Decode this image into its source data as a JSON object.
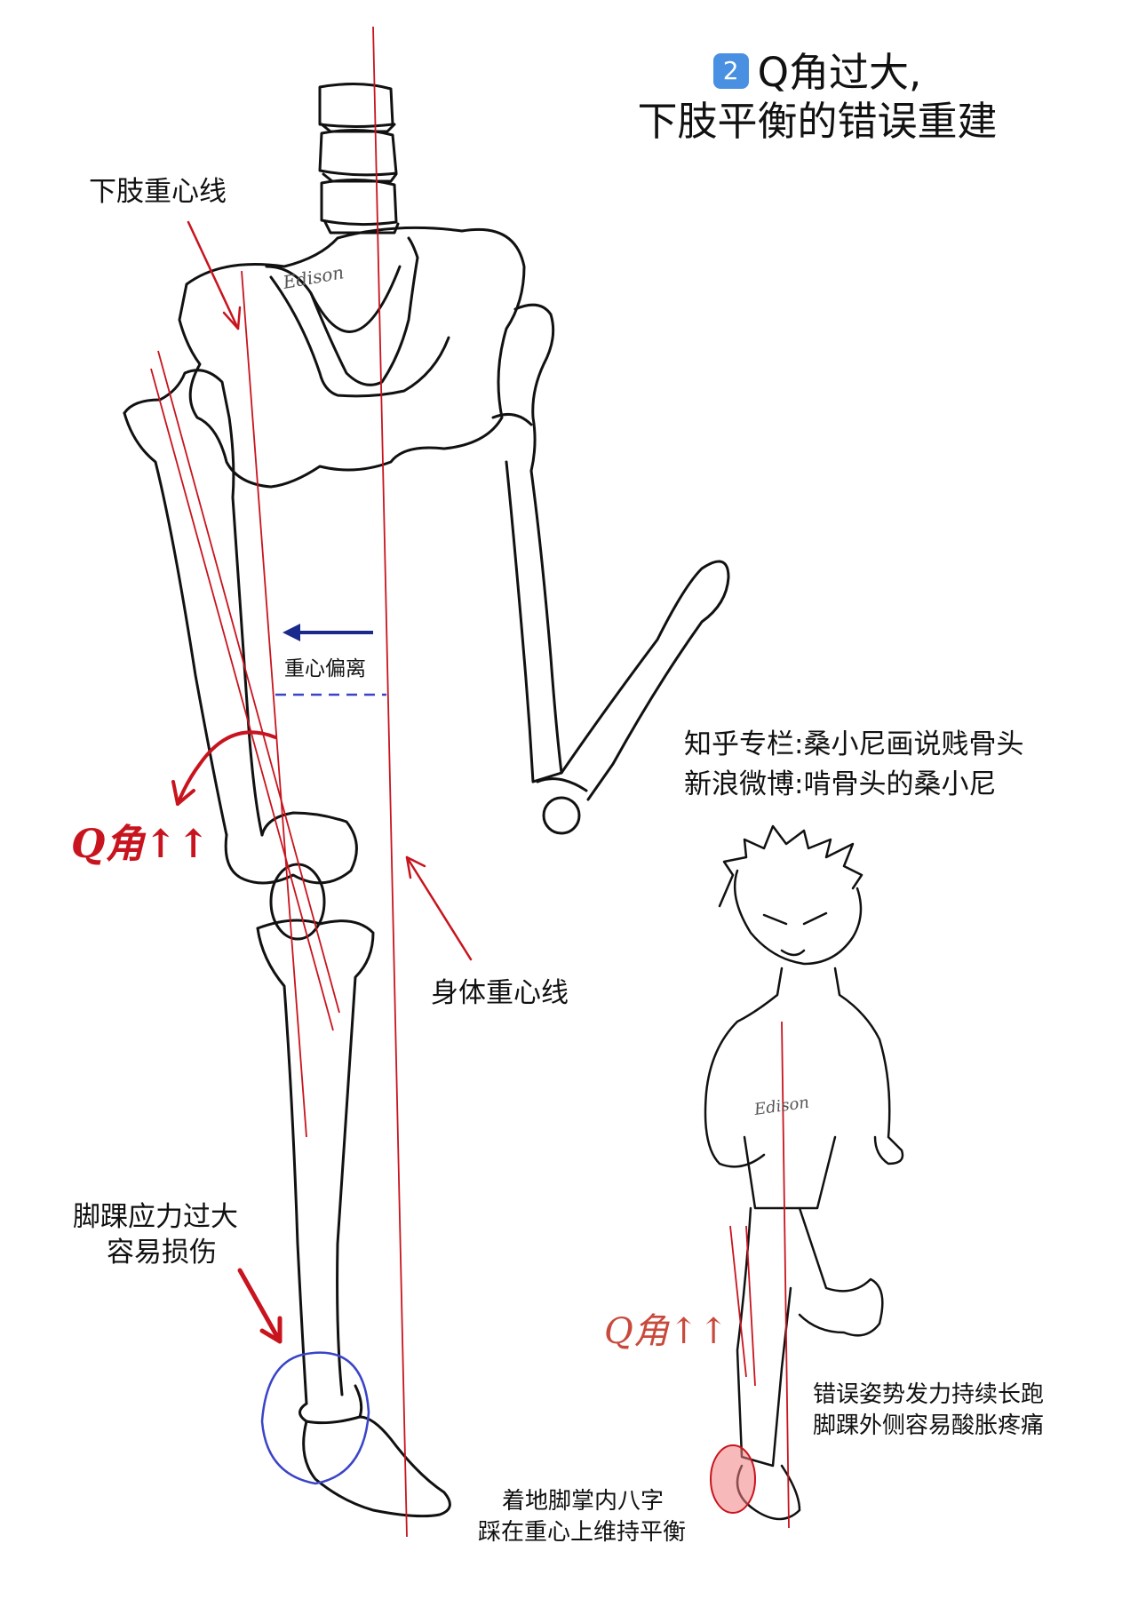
{
  "title": {
    "badge": "2",
    "line1": "Q角过大,",
    "line2": "下肢平衡的错误重建"
  },
  "labels": {
    "lower_limb_gravity_line": "下肢重心线",
    "gravity_offset": "重心偏离",
    "body_gravity_line": "身体重心线",
    "q_angle_large": "Q角↑↑",
    "q_angle_large_small": "Q角↑↑",
    "ankle_stress_1": "脚踝应力过大",
    "ankle_stress_2": "容易损伤",
    "running_1": "错误姿势发力持续长跑",
    "running_2": "脚踝外侧容易酸胀疼痛",
    "foot_1": "着地脚掌内八字",
    "foot_2": "踩在重心上维持平衡"
  },
  "credits": {
    "zhihu": "知乎专栏:桑小尼画说贱骨头",
    "weibo": "新浪微博:啃骨头的桑小尼"
  },
  "signature": "Edison",
  "colors": {
    "red": "#c8141e",
    "blue": "#1a2a8c",
    "blue_circle": "#3a44c8",
    "ink": "#111111"
  }
}
